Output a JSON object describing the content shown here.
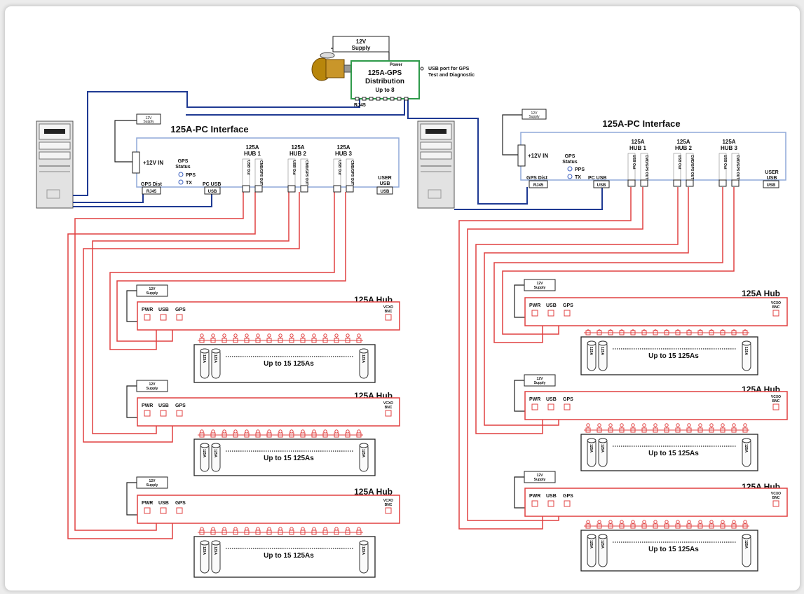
{
  "gps_distribution": {
    "supply": [
      "12V",
      "Supply"
    ],
    "power_label": "Power",
    "title": [
      "125A-GPS",
      "Distribution"
    ],
    "subtitle": "Up to 8",
    "rj45_label": "RJ45",
    "usb_note": [
      "USB port for GPS",
      "Test and Diagnostic"
    ]
  },
  "pc_interfaces": [
    {
      "title": "125A-PC Interface",
      "supply": [
        "12V",
        "Supply"
      ],
      "in_label": "+12V IN",
      "gps_status": [
        "GPS",
        "Status"
      ],
      "pps": "PPS",
      "tx": "TX",
      "gps_dist": "GPS Dist",
      "rj45": "RJ45",
      "pc_usb": "PC USB",
      "usb": "USB",
      "user_usb": [
        "USER",
        "USB"
      ],
      "hubs": [
        {
          "label": [
            "125A",
            "HUB 1"
          ],
          "port1": "USB Out",
          "port2": "CMD/GPS OUT"
        },
        {
          "label": [
            "125A",
            "HUB 2"
          ],
          "port1": "USB Out",
          "port2": "CMD/GPS OUT"
        },
        {
          "label": [
            "125A",
            "HUB 3"
          ],
          "port1": "USB Out",
          "port2": "CMD/GPS OUT"
        }
      ]
    },
    {
      "title": "125A-PC Interface",
      "supply": [
        "12V",
        "Supply"
      ],
      "in_label": "+12V IN",
      "gps_status": [
        "GPS",
        "Status"
      ],
      "pps": "PPS",
      "tx": "TX",
      "gps_dist": "GPS Dist",
      "rj45": "RJ45",
      "pc_usb": "PC USB",
      "usb": "USB",
      "user_usb": [
        "USER",
        "USB"
      ],
      "hubs": [
        {
          "label": [
            "125A",
            "HUB 1"
          ],
          "port1": "USB Out",
          "port2": "CMD/GPS OUT"
        },
        {
          "label": [
            "125A",
            "HUB 2"
          ],
          "port1": "USB Out",
          "port2": "CMD/GPS OUT"
        },
        {
          "label": [
            "125A",
            "HUB 3"
          ],
          "port1": "USB Out",
          "port2": "CMD/GPS OUT"
        }
      ]
    }
  ],
  "hub_label": "125A Hub",
  "hub_ports": {
    "pwr": "PWR",
    "usb": "USB",
    "gps": "GPS",
    "vcxo": [
      "VCXO",
      "BNC"
    ]
  },
  "hub_supply": [
    "12V",
    "Supply"
  ],
  "cylinder_label": "125A",
  "tray_label": "Up to 15 125As",
  "colors": {
    "usb_line": "#1f3a93",
    "hub_line": "#e04040",
    "interface_border": "#8fa8d8",
    "gps_border": "#2e9a4a"
  }
}
